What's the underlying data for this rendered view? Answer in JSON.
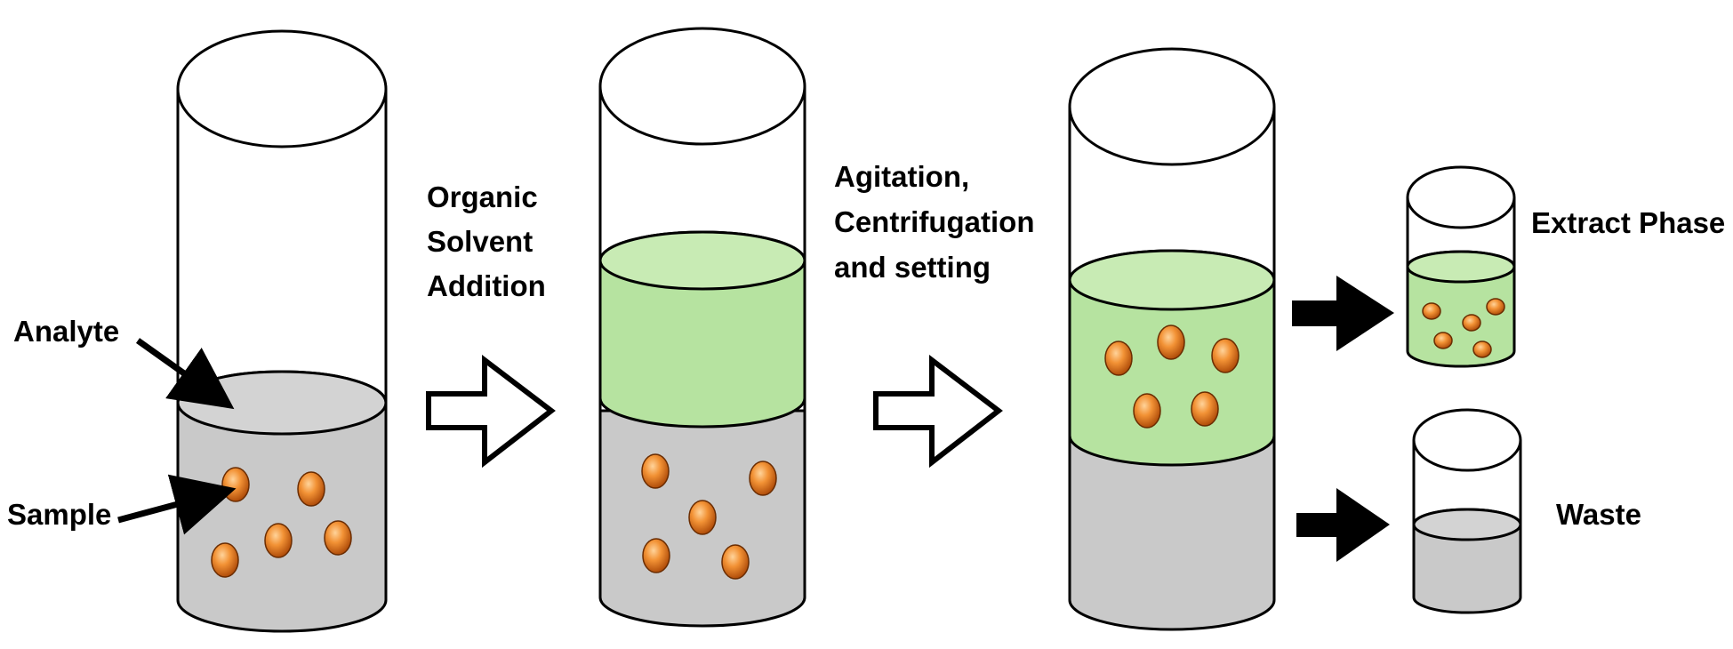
{
  "labels": {
    "analyte": "Analyte",
    "sample": "Sample",
    "step1": [
      "Organic",
      "Solvent",
      "Addition"
    ],
    "step2": [
      "Agitation,",
      "Centrifugation",
      "and setting"
    ],
    "extract_phase": "Extract Phase",
    "waste": "Waste"
  },
  "colors": {
    "aqueous_gray": "#c9c9c9",
    "solvent_green": "#b6e3a0",
    "droplet_orange": "#ef7f28",
    "outline": "#000000"
  }
}
